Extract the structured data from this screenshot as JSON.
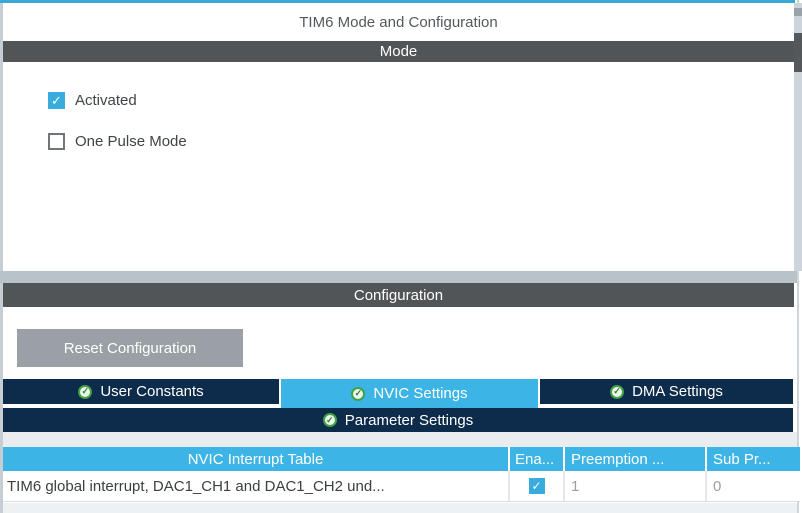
{
  "panel": {
    "title": "TIM6 Mode and Configuration"
  },
  "icons": {
    "check": "✓",
    "badge_check": "✓"
  },
  "mode_section": {
    "header": "Mode",
    "checkboxes": [
      {
        "label": "Activated",
        "checked": true
      },
      {
        "label": "One Pulse Mode",
        "checked": false
      }
    ]
  },
  "config_section": {
    "header": "Configuration",
    "reset_button": "Reset Configuration",
    "tabs": [
      {
        "label": "User Constants",
        "selected": false
      },
      {
        "label": "NVIC Settings",
        "selected": true
      },
      {
        "label": "DMA Settings",
        "selected": false
      },
      {
        "label": "Parameter Settings",
        "selected": false
      }
    ],
    "nvic_table": {
      "columns": [
        "NVIC Interrupt Table",
        "Ena...",
        "Preemption ...",
        "Sub Pr..."
      ],
      "rows": [
        {
          "name": "TIM6 global interrupt, DAC1_CH1 and DAC1_CH2 und...",
          "enabled": true,
          "preemption_priority": "1",
          "sub_priority": "0"
        }
      ]
    }
  },
  "colors": {
    "accent_blue": "#3cb4e6",
    "navy": "#0d2b4a",
    "header_gray": "#515558",
    "button_gray": "#9aa0a5",
    "badge_green": "#43a047",
    "top_border": "#38a8d8"
  }
}
